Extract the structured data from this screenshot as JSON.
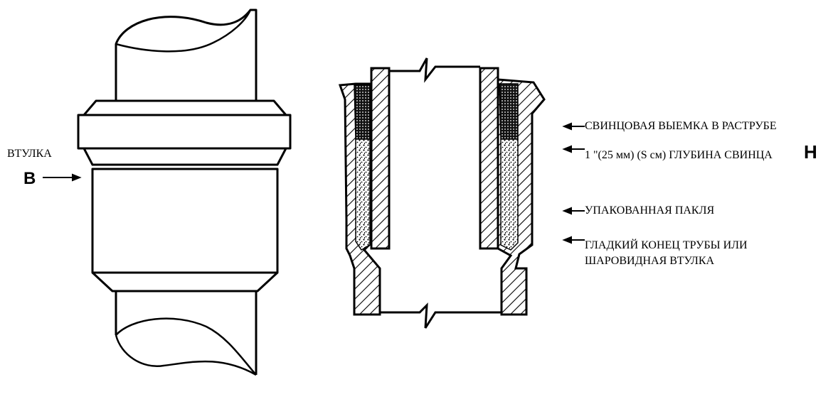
{
  "left_view": {
    "sleeve_label": "ВТУЛКА",
    "marker_letter": "B"
  },
  "section_view": {
    "labels": {
      "lead_groove": "СВИНЦОВАЯ ВЫЕМКА В РАСТРУБЕ",
      "lead_depth": "1 \"(25 мм) (S см) ГЛУБИНА СВИНЦА",
      "packed_oakum": "УПАКОВАННАЯ ПАКЛЯ",
      "spigot_end_line1": "ГЛАДКИЙ КОНЕЦ ТРУБЫ ИЛИ",
      "spigot_end_line2": "ШАРОВИДНАЯ ВТУЛКА"
    },
    "dimension_letter": "H"
  }
}
